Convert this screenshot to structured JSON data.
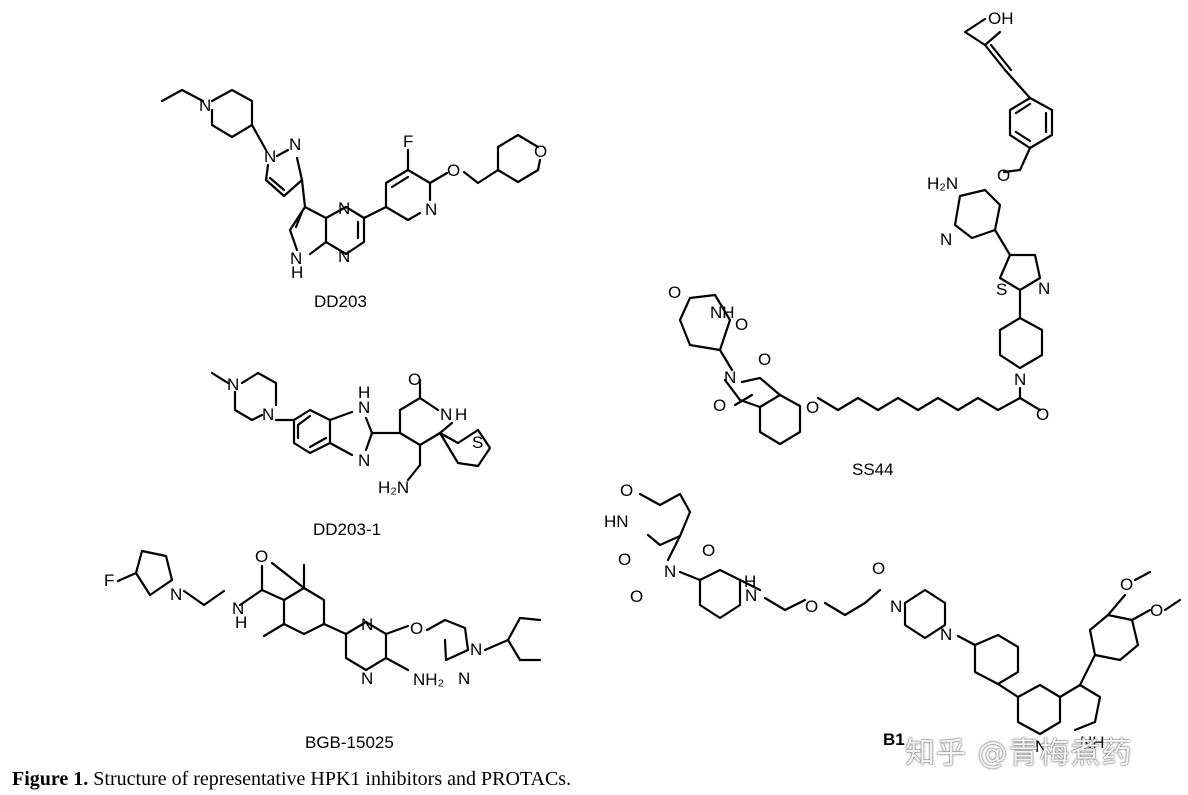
{
  "figure": {
    "caption_label": "Figure 1.",
    "caption_text": " Structure of representative HPK1 inhibitors and PROTACs.",
    "compounds": [
      {
        "name": "DD203"
      },
      {
        "name": "DD203-1"
      },
      {
        "name": "BGB-15025"
      },
      {
        "name": "SS44"
      },
      {
        "name": "B1"
      }
    ],
    "watermark": "知乎 @青梅煮药"
  }
}
